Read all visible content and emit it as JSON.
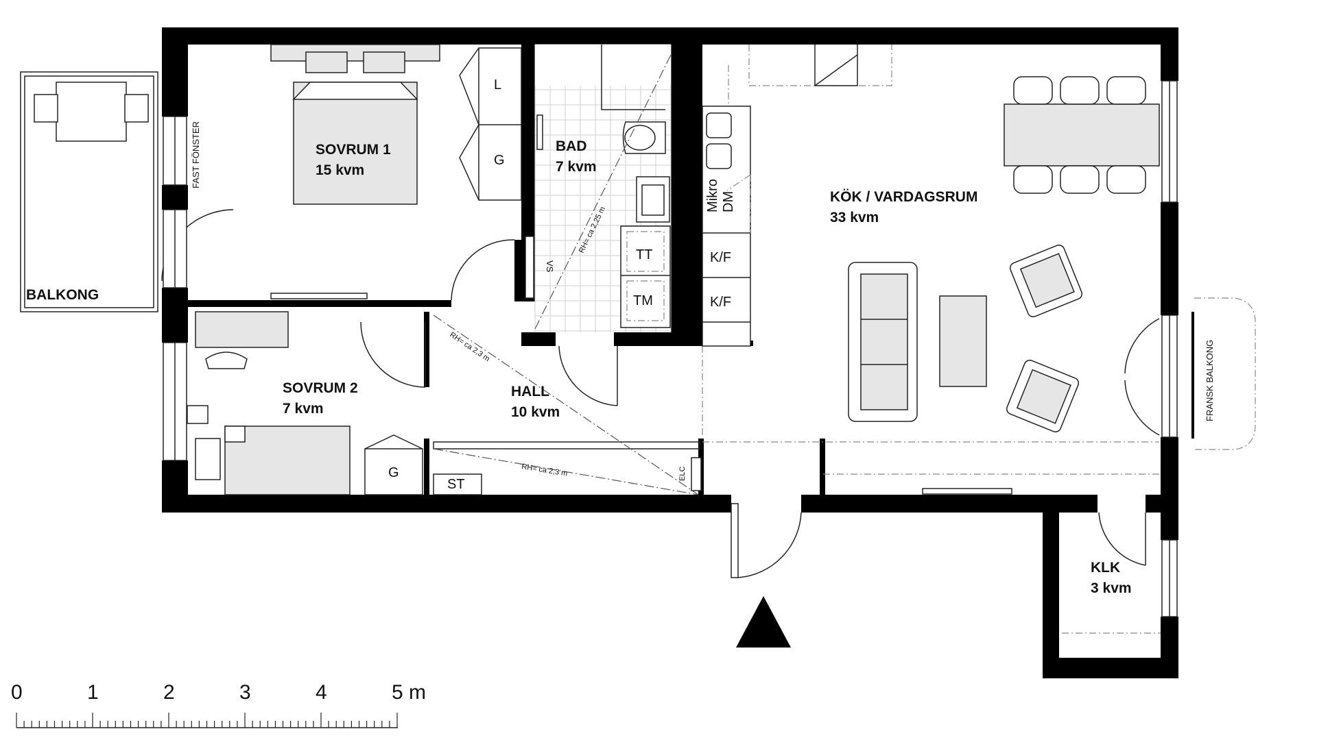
{
  "rooms": {
    "sovrum1": {
      "name": "SOVRUM 1",
      "area": "15 kvm"
    },
    "sovrum2": {
      "name": "SOVRUM 2",
      "area": "7 kvm"
    },
    "bad": {
      "name": "BAD",
      "area": "7 kvm"
    },
    "hall": {
      "name": "HALL",
      "area": "10 kvm"
    },
    "kok": {
      "name": "KÖK / VARDAGSRUM",
      "area": "33 kvm"
    },
    "klk": {
      "name": "KLK",
      "area": "3 kvm"
    },
    "balkong": {
      "name": "BALKONG"
    }
  },
  "labels": {
    "fast_fonster": "FAST FÖNSTER",
    "fransk_balkong": "FRANSK BALKONG",
    "wardrobe_l": "L",
    "wardrobe_g1": "G",
    "wardrobe_g2": "G",
    "tt": "TT",
    "tm": "TM",
    "kf1": "K/F",
    "kf2": "K/F",
    "mikro": "Mikro",
    "dm": "DM",
    "vs": "VS",
    "elc": "ELC",
    "st": "ST",
    "rh_bad": "RH= ca 2,25 m",
    "rh_hall1": "RH= ca 2,3 m",
    "rh_hall2": "RH= ca 2,3 m"
  },
  "scale_bar": {
    "ticks": [
      "0",
      "1",
      "2",
      "3",
      "4",
      "5 m"
    ]
  },
  "colors": {
    "wall": "#000000",
    "furniture_fill": "#e6e6e6",
    "line": "#222222"
  }
}
